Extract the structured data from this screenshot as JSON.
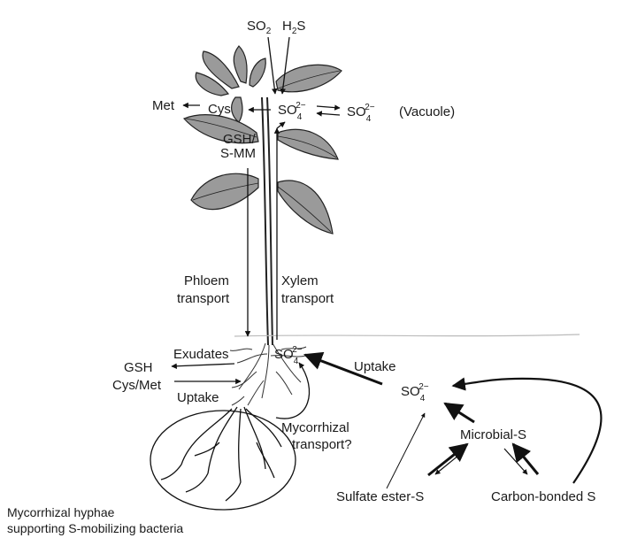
{
  "labels": {
    "so2": "SO",
    "so2_sub": "2",
    "h2s_h": "H",
    "h2s_sub": "2",
    "h2s_s": "S",
    "met": "Met",
    "cys": "Cys",
    "so4": "SO",
    "so4_sub": "4",
    "so4_sup": "2−",
    "vacuole": "(Vacuole)",
    "gsh_top": "GSH/",
    "smm": "S-MM",
    "phloem_1": "Phloem",
    "phloem_2": "transport",
    "xylem_1": "Xylem",
    "xylem_2": "transport",
    "exudates": "Exudates",
    "gsh_left": "GSH",
    "cysmet": "Cys/Met",
    "uptake_left": "Uptake",
    "uptake_right": "Uptake",
    "myco_1": "Mycorrhizal",
    "myco_2": "transport?",
    "microbial": "Microbial-S",
    "sulfate_ester": "Sulfate ester-S",
    "carbon_bonded": "Carbon-bonded S",
    "hyphae_1": "Mycorrhizal hyphae",
    "hyphae_2": "supporting S-mobilizing bacteria"
  },
  "icons": {
    "plant": "plant-illustration-icon",
    "roots": "root-system-icon",
    "hyphae": "mycorrhizal-hyphae-icon"
  }
}
